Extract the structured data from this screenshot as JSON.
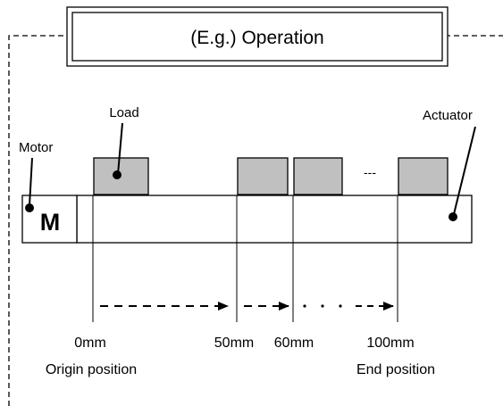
{
  "title": "(E.g.) Operation",
  "labels": {
    "load": "Load",
    "motor": "Motor",
    "motor_symbol": "M",
    "actuator": "Actuator",
    "gap": "---"
  },
  "positions": [
    {
      "value": "0mm",
      "caption": "Origin position"
    },
    {
      "value": "50mm",
      "caption": ""
    },
    {
      "value": "60mm",
      "caption": ""
    },
    {
      "value": "100mm",
      "caption": "End position"
    }
  ],
  "colors": {
    "load_fill": "#c0c0c0",
    "line": "#000000",
    "background": "#ffffff"
  }
}
